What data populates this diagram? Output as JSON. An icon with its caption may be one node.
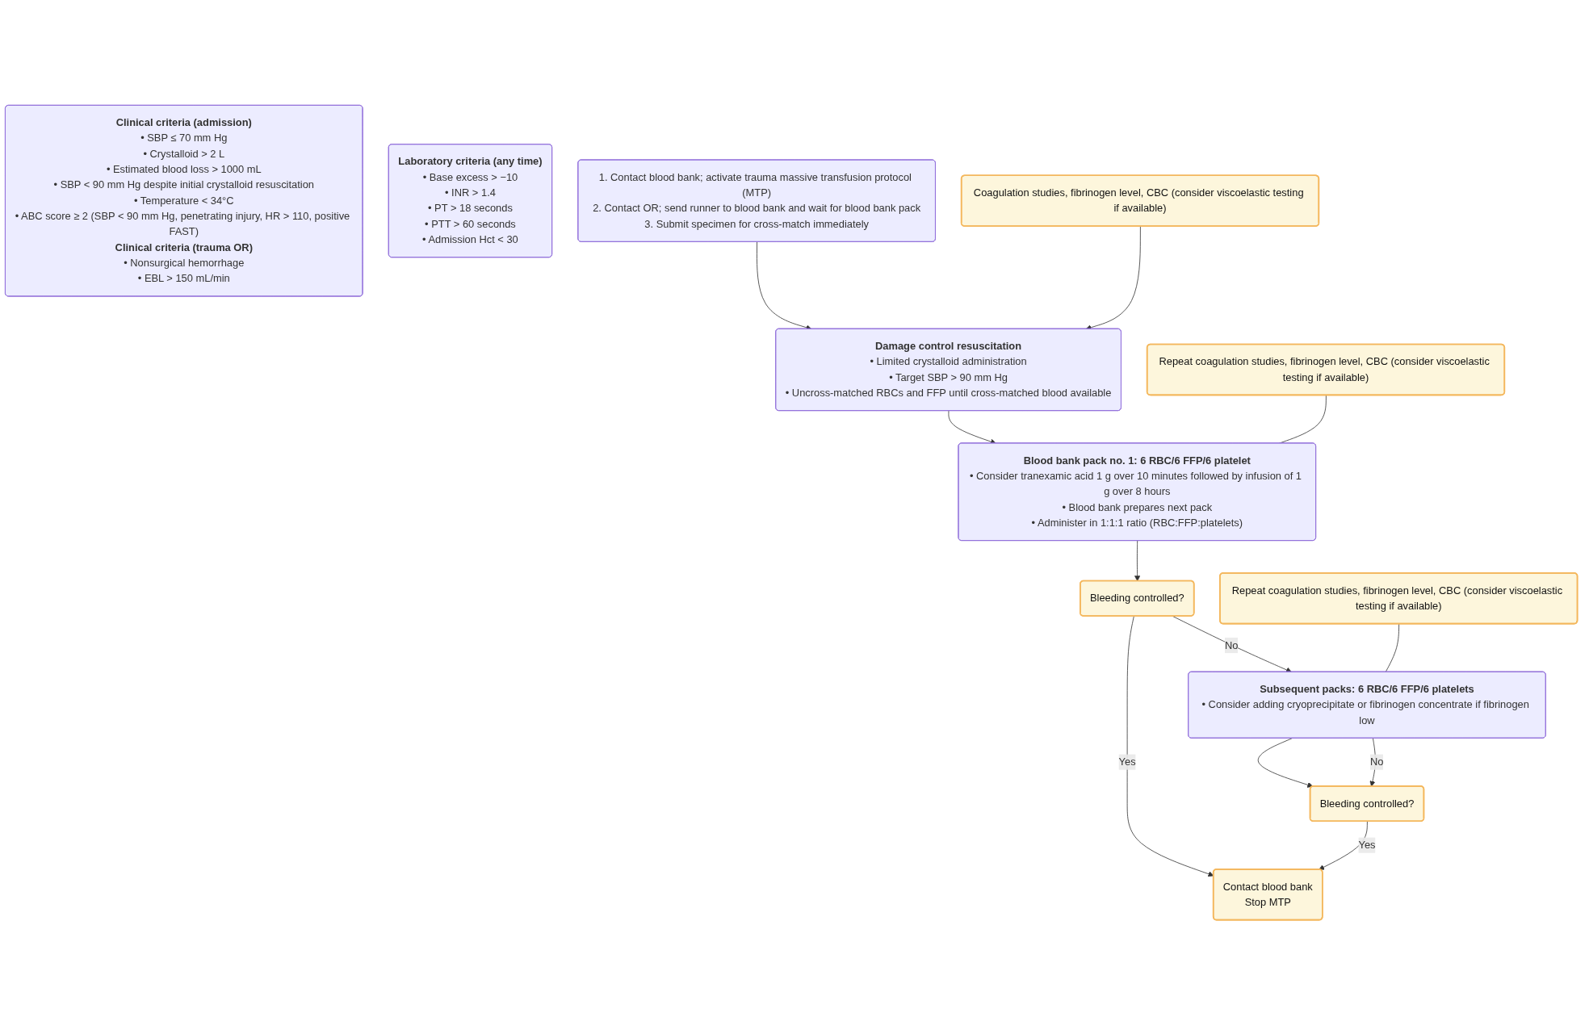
{
  "diagram": {
    "nodes": [
      {
        "text": [
          "Clinical criteria (admission)",
          "• SBP ≤ 70 mm Hg",
          "• Crystalloid > 2 L",
          "• Estimated blood loss > 1000 mL",
          "• SBP < 90 mm Hg despite initial crystalloid resuscitation",
          "• Temperature < 34°C",
          "• ABC score ≥ 2 (SBP < 90 mm Hg, penetrating injury, HR > 110, positive FAST)",
          "Clinical criteria (trauma OR)",
          "• Nonsurgical hemorrhage",
          "• EBL > 150 mL/min"
        ]
      },
      {
        "text": [
          "Laboratory criteria (any time)",
          "• Base excess > −10",
          "• INR > 1.4",
          "• PT > 18 seconds",
          "• PTT > 60 seconds",
          "• Admission Hct < 30"
        ]
      },
      {
        "text": [
          "1. Contact blood bank; activate trauma massive transfusion protocol (MTP)",
          "2. Contact OR; send runner to blood bank and wait for blood bank pack",
          "3. Submit specimen for cross-match immediately"
        ]
      },
      {
        "text": [
          "Coagulation studies, fibrinogen level, CBC (consider viscoelastic testing if available)"
        ]
      },
      {
        "text": [
          "Damage control resuscitation",
          "• Limited crystalloid administration",
          "• Target SBP > 90 mm Hg",
          "• Uncross-matched RBCs and FFP until cross-matched blood available"
        ]
      },
      {
        "text": [
          "Blood bank pack no. 1: 6 RBC/6 FFP/6 platelet",
          "• Consider tranexamic acid 1 g over 10 minutes followed by infusion of 1 g over 8 hours",
          "• Blood bank prepares next pack",
          "• Administer in 1:1:1 ratio (RBC:FFP:platelets)"
        ]
      },
      {
        "text": [
          "Repeat coagulation studies, fibrinogen level, CBC (consider viscoelastic testing if available)"
        ]
      },
      {
        "text": [
          "Contact blood bank",
          "Stop MTP"
        ]
      },
      {
        "text": [
          "Bleeding controlled?"
        ]
      },
      {
        "text": [
          "Subsequent packs: 6 RBC/6 FFP/6 platelets",
          "• Consider adding cryoprecipitate or fibrinogen concentrate if fibrinogen low"
        ]
      },
      {
        "text": [
          "Repeat coagulation studies, fibrinogen level, CBC (consider viscoelastic testing if available)"
        ]
      },
      {
        "text": [
          "Bleeding controlled?"
        ]
      }
    ],
    "edges": [
      {
        "from": 2,
        "to": 4,
        "arrow": "to"
      },
      {
        "from": 3,
        "to": 4,
        "arrow": "to"
      },
      {
        "from": 4,
        "to": 5,
        "arrow": "to"
      },
      {
        "from": 6,
        "to": 5,
        "arrow": "none"
      },
      {
        "from": 5,
        "to": 8,
        "arrow": "to"
      },
      {
        "from": 8,
        "to": 7,
        "arrow": "to",
        "label": "Yes"
      },
      {
        "from": 8,
        "to": 9,
        "arrow": "to",
        "label": "No"
      },
      {
        "from": 10,
        "to": 9,
        "arrow": "none"
      },
      {
        "from": 9,
        "to": 11,
        "arrow": "to"
      },
      {
        "from": 9,
        "to": 11,
        "arrow": "to",
        "label": "No"
      },
      {
        "from": 11,
        "to": 7,
        "arrow": "to",
        "label": "Yes"
      }
    ]
  }
}
